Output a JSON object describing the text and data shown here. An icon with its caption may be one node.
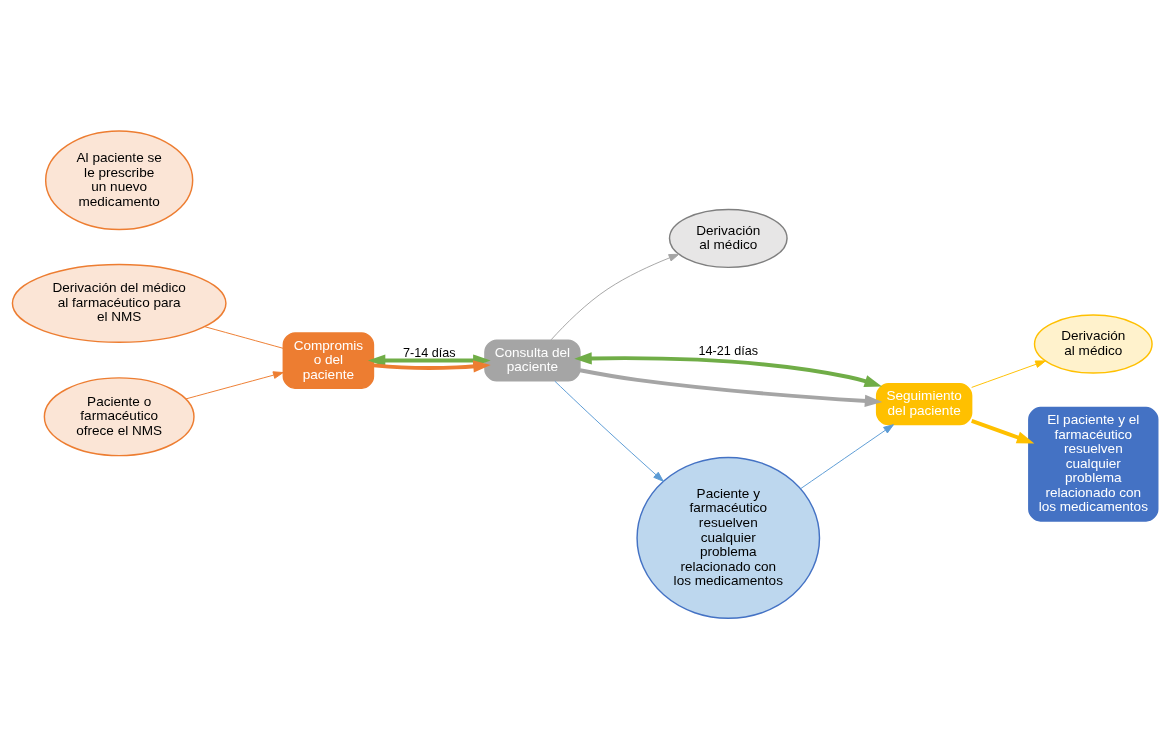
{
  "diagram": {
    "nodes": [
      {
        "text": [
          "Derivación del médico al farmacéutico para el NMS"
        ]
      },
      {
        "text": [
          "Al paciente se le prescribe un nuevo medicamento"
        ]
      },
      {
        "text": [
          "Compromis o del paciente"
        ]
      },
      {
        "text": [
          "Paciente o farmacéutico ofrece el NMS"
        ]
      },
      {
        "text": [
          "Consulta del paciente"
        ]
      },
      {
        "text": [
          "Derivación al médico"
        ]
      },
      {
        "text": [
          "Seguimiento del paciente"
        ]
      },
      {
        "text": [
          "Derivación al médico"
        ]
      },
      {
        "text": [
          "Paciente y farmacéutico resuelven cualquier problema relacionado con los medicamentos"
        ]
      },
      {
        "text": [
          "El paciente y el farmacéutico resuelven cualquier problema relacionado con los medicamentos"
        ]
      }
    ],
    "edges": [
      {
        "from": 0,
        "to": 2,
        "arrow": "none",
        "color": "#ed7d31"
      },
      {
        "from": 3,
        "to": 2,
        "arrow": "to",
        "color": "#ed7d31"
      },
      {
        "from": 2,
        "to": 4,
        "arrow": "both",
        "label": "7-14 días",
        "style": "thick",
        "color": "#70ad47"
      },
      {
        "from": 2,
        "to": 4,
        "arrow": "to",
        "style": "thick",
        "color": "#ed7d31"
      },
      {
        "from": 4,
        "to": 6,
        "arrow": "both",
        "label": "14-21 días",
        "style": "thick",
        "color": "#70ad47"
      },
      {
        "from": 4,
        "to": 6,
        "arrow": "to",
        "style": "thick",
        "color": "#a5a5a5"
      },
      {
        "from": 6,
        "to": 9,
        "arrow": "to",
        "style": "thick",
        "color": "#ffc000"
      },
      {
        "from": 4,
        "to": 5,
        "arrow": "to",
        "color": "#a5a5a5"
      },
      {
        "from": 6,
        "to": 7,
        "arrow": "to",
        "color": "#ffc000"
      },
      {
        "from": 4,
        "to": 8,
        "arrow": "to",
        "color": "#5b9bd5"
      },
      {
        "from": 8,
        "to": 6,
        "arrow": "to",
        "color": "#5b9bd5"
      }
    ]
  }
}
